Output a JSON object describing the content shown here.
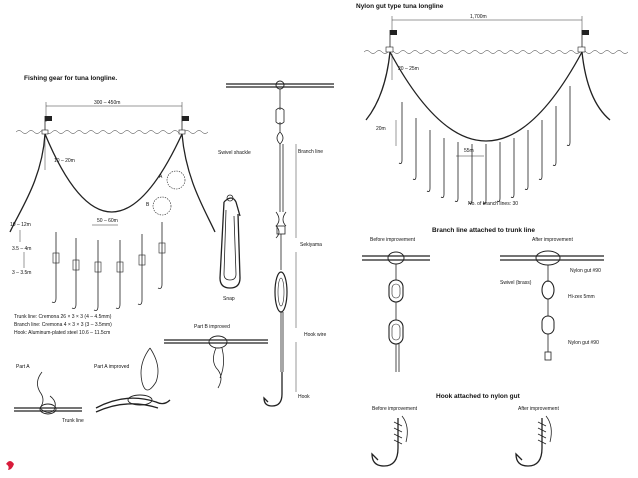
{
  "left_panel": {
    "title": "Fishing gear for tuna longline.",
    "span": "300 – 450m",
    "float_depth": "10 – 20m",
    "segment": "50 – 60m",
    "branch_length": "10 – 12m",
    "marker_a": "A",
    "marker_b": "B",
    "depth_1": "3.5 – 4m",
    "depth_2": "3 – 3.5m",
    "spec_trunk": "Trunk line:  Cremona 26 × 3 × 3  (4 – 4.5mm)",
    "spec_branch": "Branch line:  Cremona  4 × 3 × 3  (3 – 3.5mm)",
    "spec_hook": "Hook:  Aluminum-plated steel  10.6 – 11.5cm",
    "part_a": "Part A",
    "part_a_improved": "Part A improved",
    "part_b_improved": "Part B improved",
    "trunk_line": "Trunk line"
  },
  "middle_panel": {
    "swivel_shackle": "Swivel shackle",
    "branch_line": "Branch line",
    "sekiyama": "Sekiyama",
    "snap": "Snap",
    "hook_wire": "Hook wire",
    "hook": "Hook"
  },
  "right_panel": {
    "title": "Nylon gut type tuna longline",
    "span": "1,700m",
    "float_depth": "20 – 25m",
    "branch_depth": "20m",
    "spacing": "55m",
    "branch_count": "No. of branch lines:  30",
    "branch_attach_title": "Branch line attached to trunk line",
    "before_improvement": "Before improvement",
    "after_improvement": "After improvement",
    "nylon_gut_90_a": "Nylon gut #90",
    "swivel_brass": "Swivel (brass)",
    "hi_zex": "Hi-zex 5mm",
    "nylon_gut_90_b": "Nylon gut #90",
    "hook_attach_title": "Hook attached to nylon gut",
    "before_improvement_2": "Before improvement",
    "after_improvement_2": "After improvement"
  },
  "colors": {
    "ink": "#222222",
    "logo": "#d81b3a"
  }
}
